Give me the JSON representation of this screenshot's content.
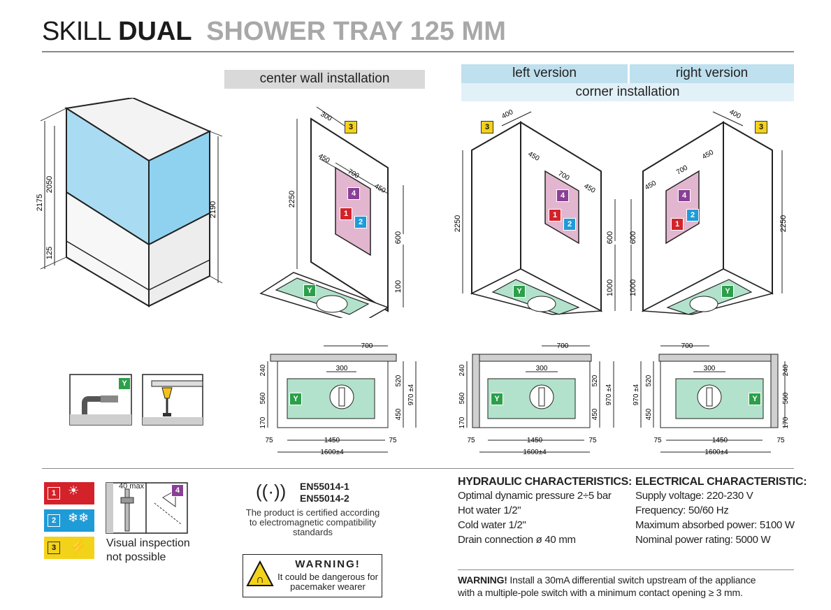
{
  "header": {
    "title_light": "SKILL",
    "title_bold": "DUAL",
    "title_grey": "SHOWER TRAY 125 MM"
  },
  "sections": {
    "center_wall": "center wall installation",
    "left_version": "left version",
    "right_version": "right version",
    "corner": "corner installation"
  },
  "cabin_dims": {
    "d2175": "2175",
    "d2050": "2050",
    "d125": "125",
    "d2190": "2190"
  },
  "center_dims": {
    "d300": "300",
    "d450a": "450",
    "d700": "700",
    "d450b": "450",
    "d2250": "2250",
    "d600": "600",
    "d100": "100"
  },
  "left_dims": {
    "d400": "400",
    "d450a": "450",
    "d700": "700",
    "d450b": "450",
    "d2250": "2250",
    "d600": "600",
    "d1000": "1000"
  },
  "right_dims": {
    "d400": "400",
    "d450a": "450",
    "d700": "700",
    "d450b": "450",
    "d2250": "2250",
    "d600": "600",
    "d1000": "1000"
  },
  "plan_dims": {
    "d700": "700",
    "d300": "300",
    "d240": "240",
    "d560": "560",
    "d170": "170",
    "d520": "520",
    "d450": "450",
    "d970": "970 ±4",
    "d75": "75",
    "d1450": "1450",
    "d1600": "1600±4"
  },
  "badges": {
    "b1": "1",
    "b2": "2",
    "b3": "3",
    "b4": "4",
    "bY": "Y"
  },
  "legend": {
    "max40": "40 max",
    "visual_inspection": "Visual inspection",
    "not_possible": "not possible"
  },
  "cert": {
    "en1": "EN55014-1",
    "en2": "EN55014-2",
    "line1": "The product is certified according",
    "line2": "to electromagnetic compatibility",
    "line3": "standards"
  },
  "warning_box": {
    "title": "WARNING!",
    "line1": "It could be dangerous for",
    "line2": "pacemaker wearer"
  },
  "hydraulic": {
    "heading": "HYDRAULIC CHARACTERISTICS:",
    "items": [
      "Optimal dynamic pressure 2÷5 bar",
      "Hot water 1/2\"",
      "Cold water 1/2\"",
      "Drain connection ø 40 mm"
    ]
  },
  "electrical": {
    "heading": "ELECTRICAL CHARACTERISTIC:",
    "items": [
      "Supply voltage: 220-230 V",
      "Frequency: 50/60 Hz",
      "Maximum absorbed power: 5100 W",
      "Nominal power rating: 5000 W"
    ]
  },
  "footer": {
    "warning_label": "WARNING!",
    "line1": " Install a 30mA differential switch upstream of the appliance",
    "line2": "with a multiple-pole switch with a minimum contact opening ≥ 3 mm."
  },
  "colors": {
    "glass": "#a9dcf2",
    "tray": "#b3e2cc",
    "zone": "#e3b6cf",
    "bar_grey": "#d9d9d9",
    "bar_blue": "#bfe0ee",
    "bar_lightblue": "#e2f1f8"
  }
}
